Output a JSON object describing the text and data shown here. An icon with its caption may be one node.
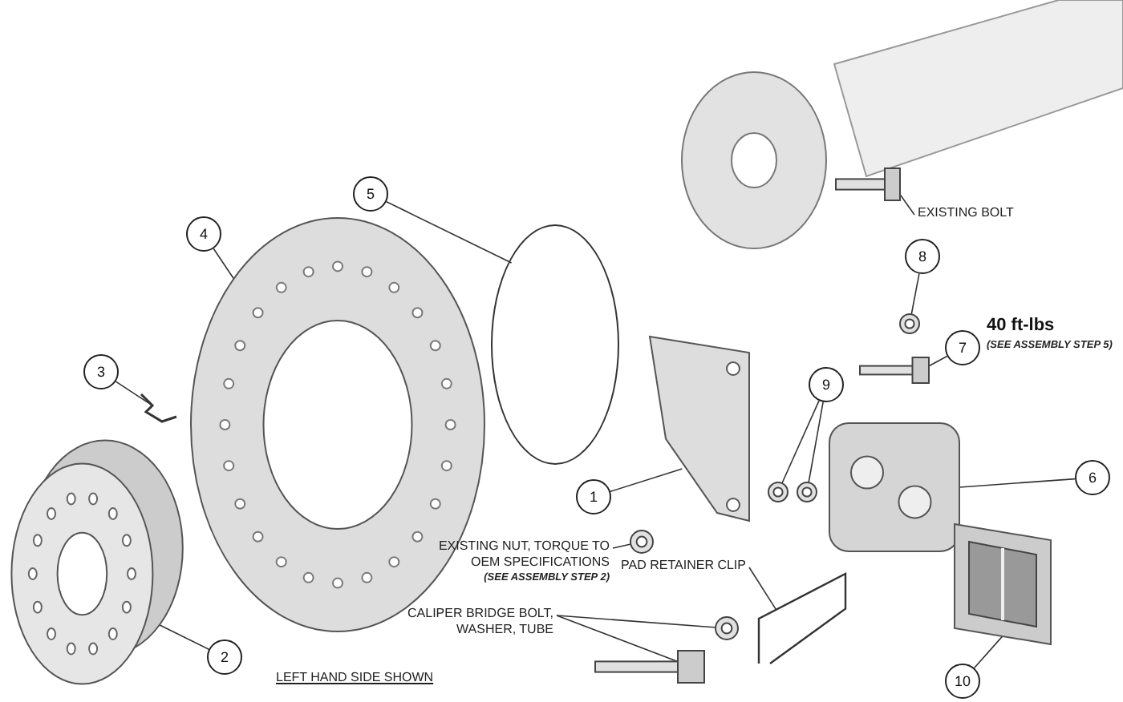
{
  "diagram": {
    "nodes": [
      {
        "text": [
          "1"
        ]
      },
      {
        "text": [
          "2"
        ]
      },
      {
        "text": [
          "3"
        ]
      },
      {
        "text": [
          "4"
        ]
      },
      {
        "text": [
          "5"
        ]
      },
      {
        "text": [
          "6"
        ]
      },
      {
        "text": [
          "7"
        ],
        "beside": [
          "40 ft-lbs",
          "(SEE ASSEMBLY STEP 5)"
        ]
      },
      {
        "text": [
          "8"
        ]
      },
      {
        "text": [
          "9"
        ]
      },
      {
        "text": [
          "10"
        ]
      },
      {
        "text": [
          "EXISTING BOLT"
        ]
      },
      {
        "text": [
          "EXISTING NUT, TORQUE TO OEM SPECIFICATIONS",
          "(SEE ASSEMBLY STEP 2)"
        ]
      },
      {
        "text": [
          "PAD RETAINER CLIP"
        ]
      },
      {
        "text": [
          "CALIPER BRIDGE BOLT, WASHER, TUBE"
        ]
      },
      {
        "text": [],
        "shape": "picture"
      },
      {
        "text": [],
        "shape": "picture"
      },
      {
        "text": [],
        "shape": "picture"
      },
      {
        "text": [],
        "shape": "picture"
      },
      {
        "text": [],
        "shape": "circle"
      },
      {
        "text": [],
        "shape": "picture"
      },
      {
        "text": [],
        "shape": "picture"
      },
      {
        "text": [],
        "shape": "picture"
      },
      {
        "text": [],
        "shape": "picture"
      },
      {
        "text": [],
        "shape": "picture"
      },
      {
        "text": [],
        "shape": "picture"
      },
      {
        "text": [],
        "shape": "picture"
      },
      {
        "text": [],
        "shape": "picture"
      },
      {
        "text": [],
        "shape": "picture"
      },
      {
        "text": [],
        "shape": "picture"
      },
      {
        "text": [],
        "shape": "picture"
      }
    ],
    "edges": [
      {
        "from": 0,
        "to": 14,
        "arrow": "none"
      },
      {
        "from": 1,
        "to": 15,
        "arrow": "none"
      },
      {
        "from": 2,
        "to": 16,
        "arrow": "none"
      },
      {
        "from": 3,
        "to": 17,
        "arrow": "none"
      },
      {
        "from": 4,
        "to": 18,
        "arrow": "none"
      },
      {
        "from": 5,
        "to": 19,
        "arrow": "none"
      },
      {
        "from": 6,
        "to": 20,
        "arrow": "none"
      },
      {
        "from": 7,
        "to": 21,
        "arrow": "none"
      },
      {
        "from": 8,
        "to": 22,
        "arrow": "none"
      },
      {
        "from": 8,
        "to": 23,
        "arrow": "none"
      },
      {
        "from": 9,
        "to": 24,
        "arrow": "none"
      },
      {
        "from": 10,
        "to": 25,
        "arrow": "none"
      },
      {
        "from": 11,
        "to": 26,
        "arrow": "none"
      },
      {
        "from": 12,
        "to": 27,
        "arrow": "none"
      },
      {
        "from": 13,
        "to": 28,
        "arrow": "none"
      },
      {
        "from": 13,
        "to": 29,
        "arrow": "none"
      }
    ],
    "labels": [
      "LEFT HAND SIDE SHOWN"
    ]
  }
}
